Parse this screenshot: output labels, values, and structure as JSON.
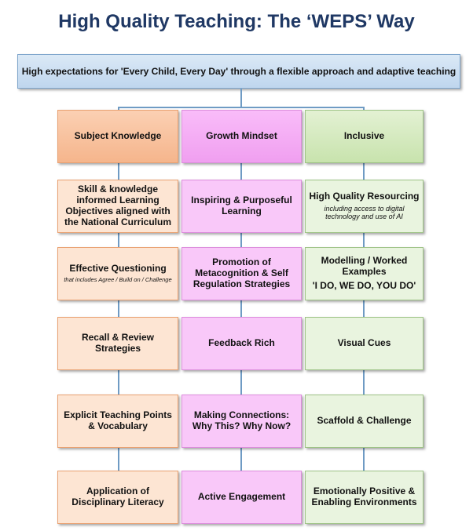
{
  "title": "High Quality Teaching: The ‘WEPS’ Way",
  "banner": "High expectations for 'Every Child, Every Day' through a flexible approach and adaptive teaching",
  "columns": [
    {
      "header": "Subject Knowledge",
      "items": [
        {
          "text": "Skill & knowledge informed Learning Objectives aligned with the National Curriculum"
        },
        {
          "text": "Effective Questioning",
          "note": "that includes Agree / Build on / Challenge"
        },
        {
          "text": "Recall & Review Strategies"
        },
        {
          "text": "Explicit Teaching Points & Vocabulary"
        },
        {
          "text": "Application of Disciplinary Literacy"
        }
      ]
    },
    {
      "header": "Growth Mindset",
      "items": [
        {
          "text": "Inspiring & Purposeful Learning"
        },
        {
          "text": "Promotion of Metacognition & Self Regulation Strategies"
        },
        {
          "text": "Feedback Rich"
        },
        {
          "text": "Making Connections: Why This? Why Now?"
        },
        {
          "text": "Active Engagement"
        }
      ]
    },
    {
      "header": "Inclusive",
      "items": [
        {
          "text": "High Quality Resourcing",
          "note": "including access to digital technology and use of AI"
        },
        {
          "text": "Modelling / Worked Examples",
          "extra": "'I DO, WE DO, YOU DO'"
        },
        {
          "text": "Visual Cues"
        },
        {
          "text": "Scaffold & Challenge"
        },
        {
          "text": "Emotionally Positive & Enabling Environments"
        }
      ]
    }
  ]
}
